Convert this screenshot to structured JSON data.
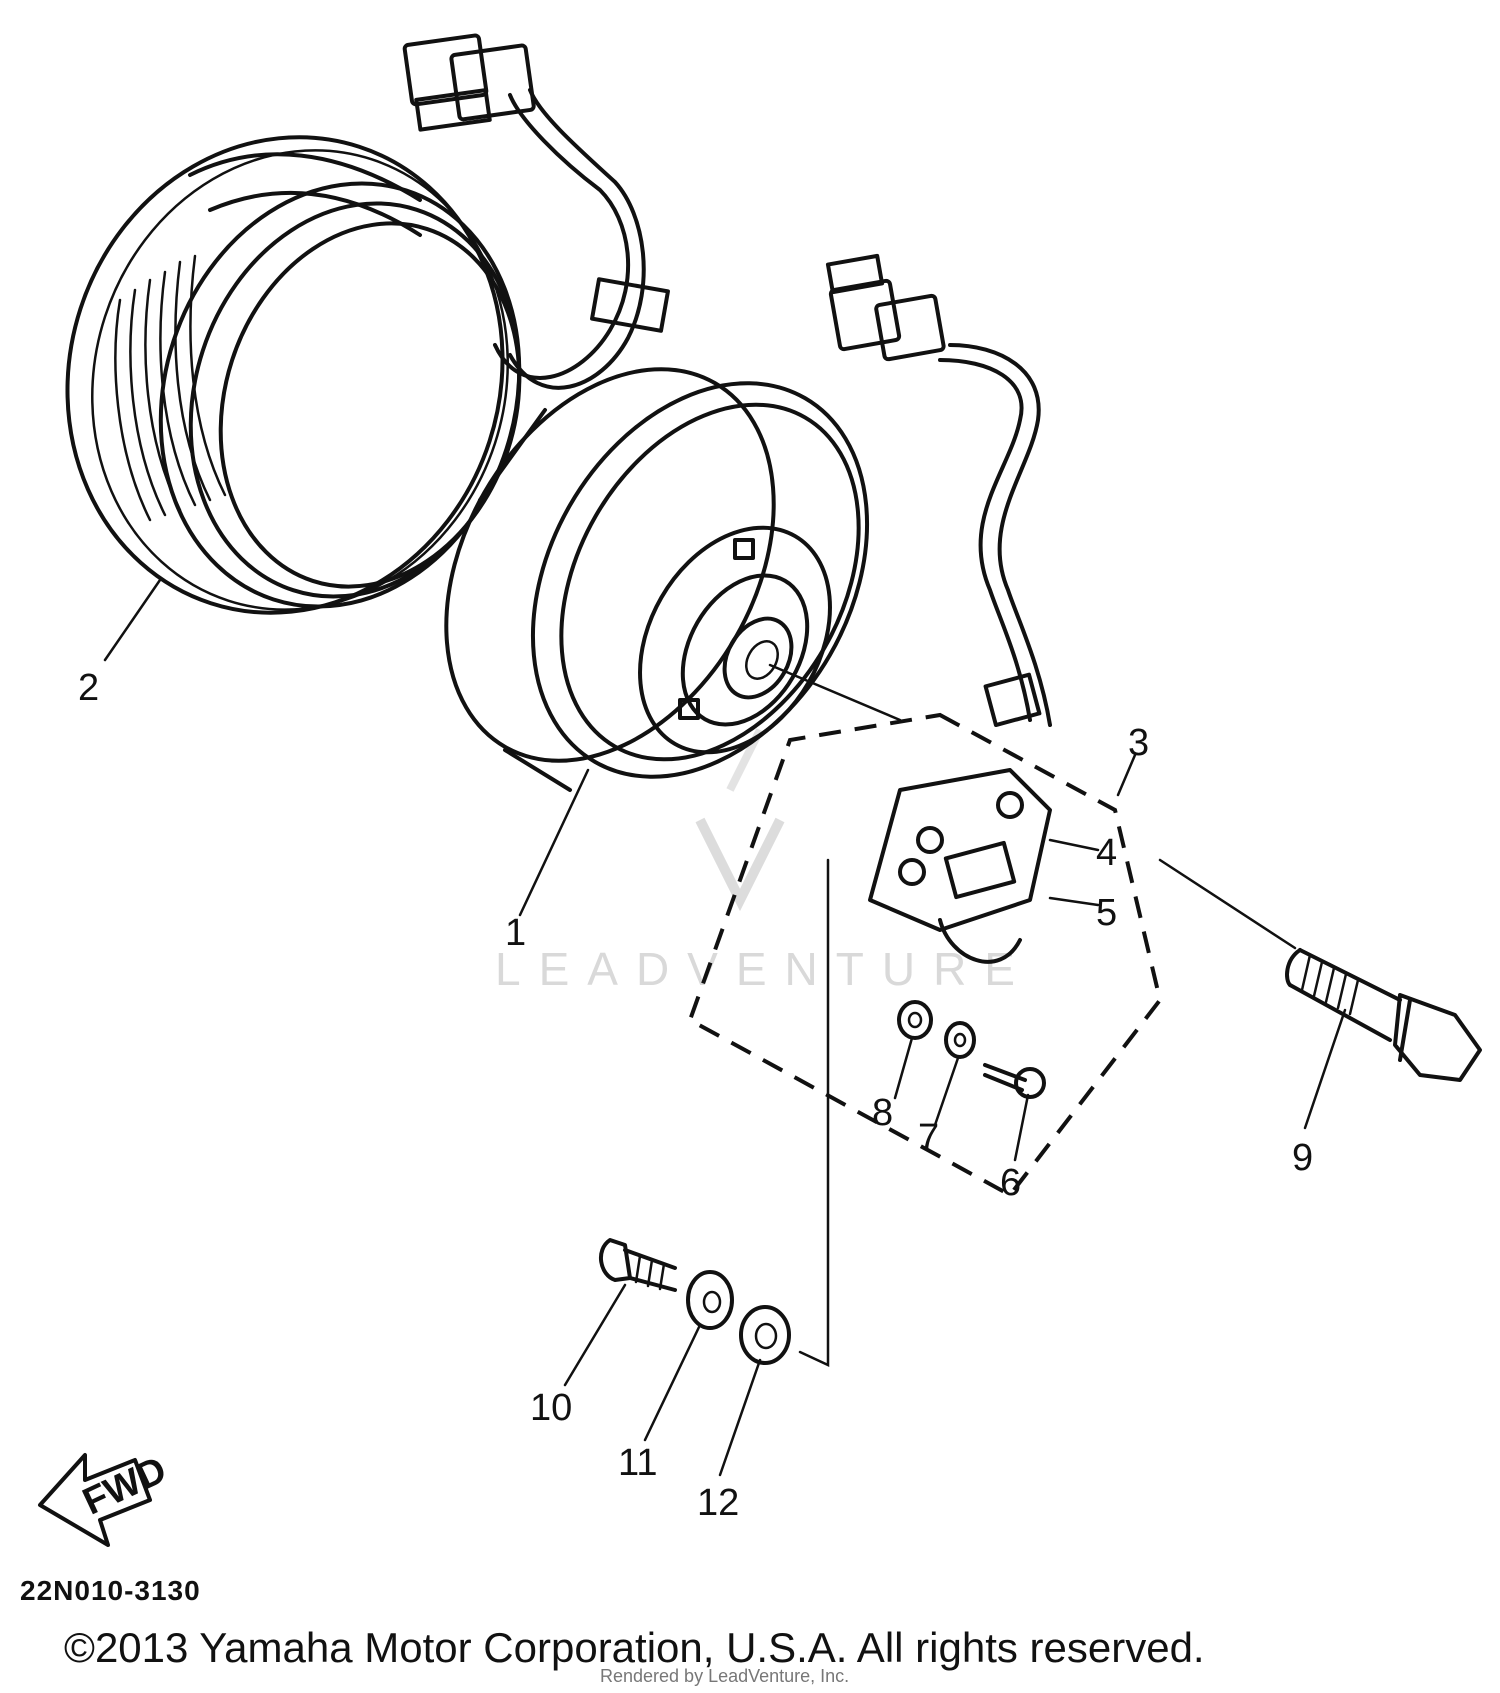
{
  "callouts": {
    "c1": "1",
    "c2": "2",
    "c3": "3",
    "c4": "4",
    "c5": "5",
    "c6": "6",
    "c7": "7",
    "c8": "8",
    "c9": "9",
    "c10": "10",
    "c11": "11",
    "c12": "12"
  },
  "front_arrow": "FWD",
  "diagram_code": "22N010-3130",
  "watermark": "LEADVENTURE",
  "copyright": "©2013 Yamaha Motor Corporation, U.S.A. All rights reserved.",
  "rendered_by": "Rendered by LeadVenture, Inc."
}
